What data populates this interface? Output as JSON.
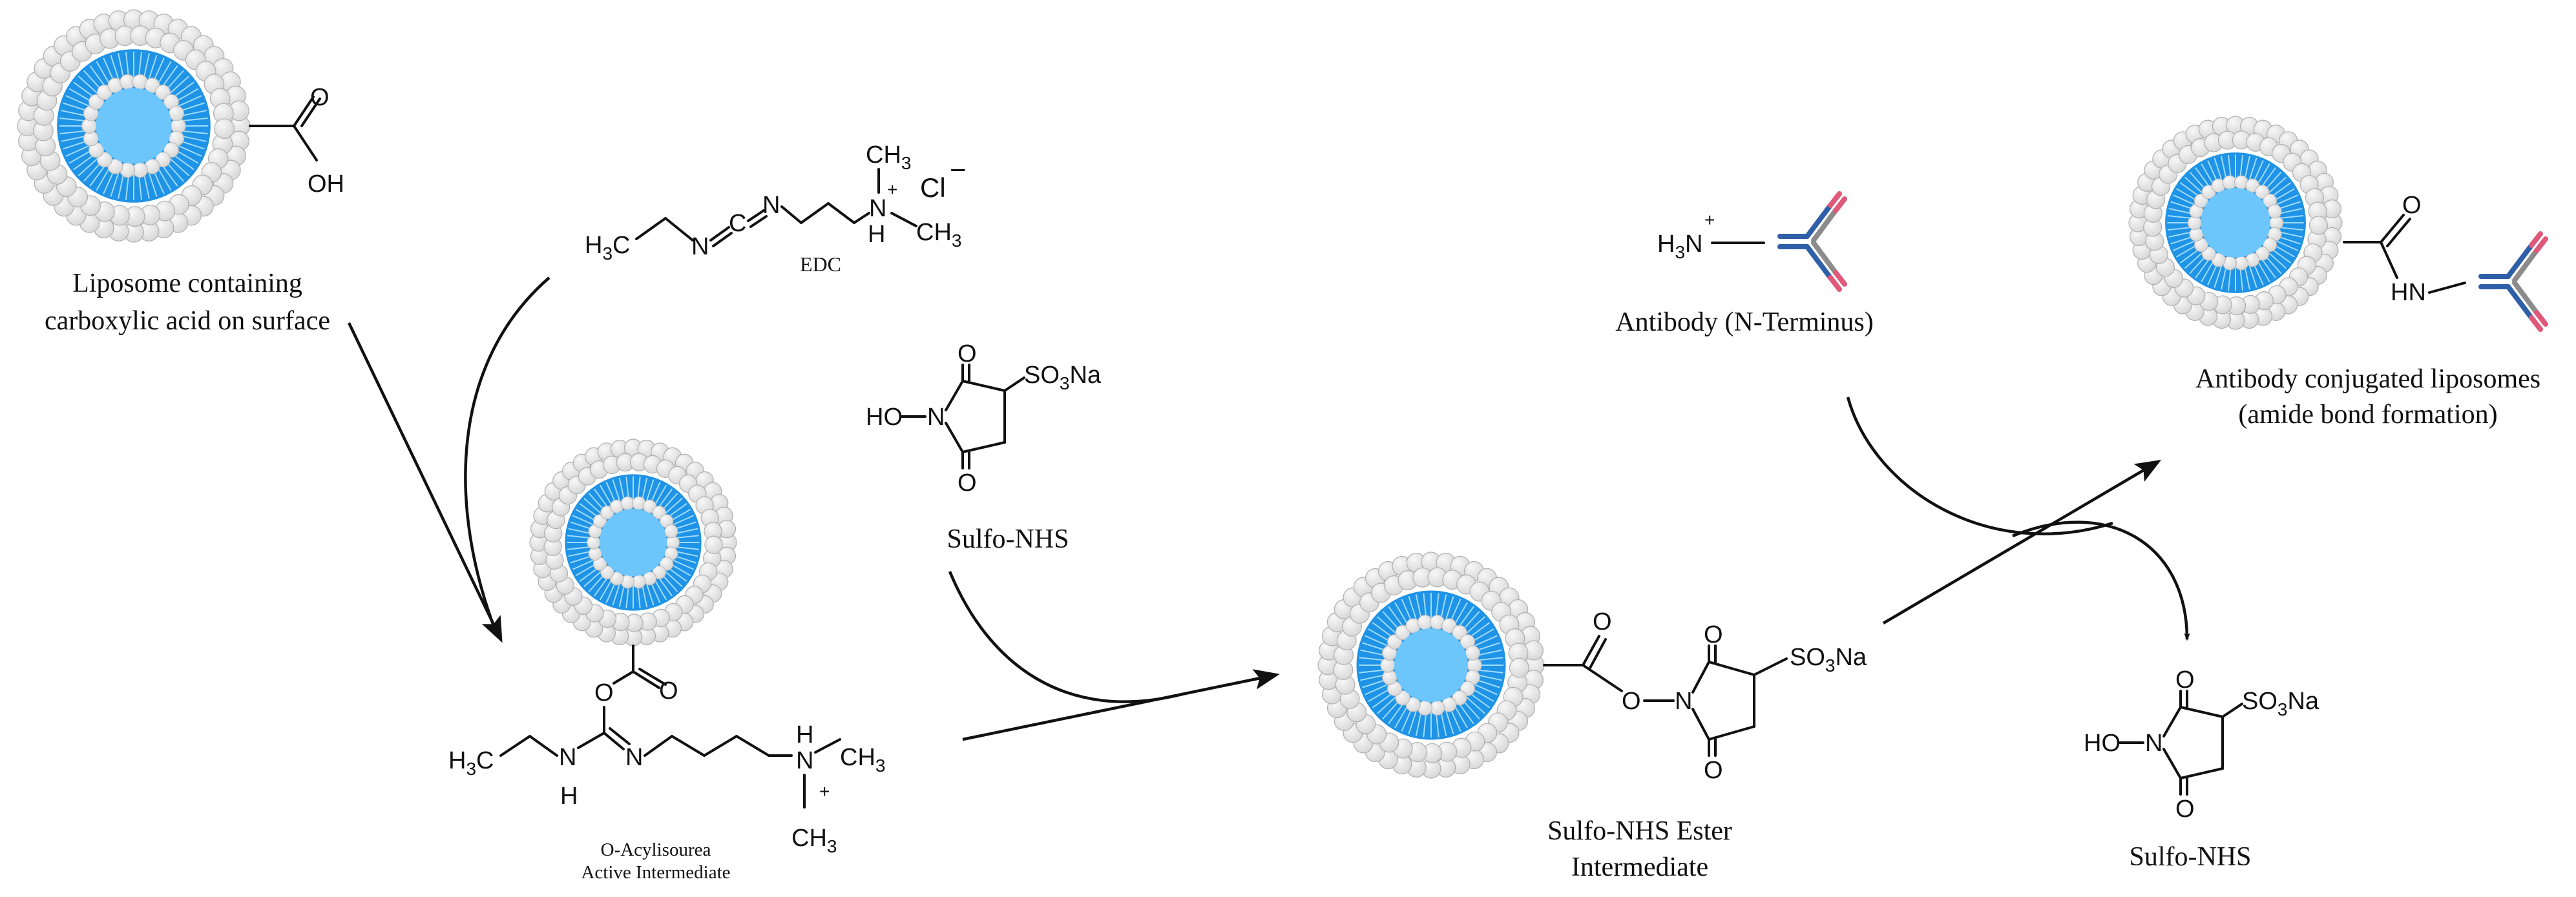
{
  "liposome_colors": {
    "bead": "#d9d9d9",
    "bead_light": "#f7f7f7",
    "shell": "#1f93e6",
    "core": "#6cc6fb",
    "tail": "#3aa3ec"
  },
  "antibody_colors": {
    "heavy": "#2f5fa8",
    "light": "#8c8c8c",
    "tip": "#e0587a"
  },
  "labels": {
    "liposome_line1": "Liposome containing",
    "liposome_line2": "carboxylic acid on surface",
    "edc": "EDC",
    "sulfo_nhs": "Sulfo-NHS",
    "acylisourea_line1": "O-Acylisourea",
    "acylisourea_line2": "Active Intermediate",
    "ester_line1": "Sulfo-NHS Ester",
    "ester_line2": "Intermediate",
    "antibody": "Antibody (N-Terminus)",
    "product_line1": "Antibody conjugated liposomes",
    "product_line2": "(amide bond formation)",
    "sulfo_nhs_byproduct": "Sulfo-NHS"
  },
  "atoms": {
    "O": "O",
    "OH": "OH",
    "N": "N",
    "C": "C",
    "H": "H",
    "HN": "HN",
    "HO": "HO",
    "Cl": "Cl",
    "minus": "−",
    "plus": "+",
    "CH": "CH",
    "three": "3",
    "SO": "SO",
    "Na": "Na",
    "H3": "H",
    "NH3_N": "N"
  }
}
